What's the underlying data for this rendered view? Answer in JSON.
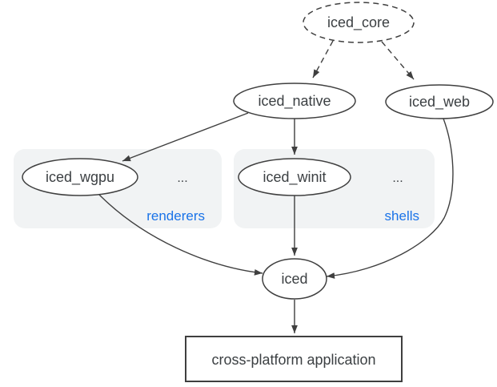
{
  "diagram": {
    "type": "dependency-graph",
    "background": "#ffffff",
    "colors": {
      "node_stroke": "#3f3f3f",
      "node_fill": "#ffffff",
      "text": "#3c4043",
      "edge": "#3f3f3f",
      "group_bg": "#f1f3f4",
      "group_label": "#1a73e8"
    },
    "nodes": {
      "core": {
        "label": "iced_core",
        "shape": "ellipse",
        "border": "dashed"
      },
      "native": {
        "label": "iced_native",
        "shape": "ellipse",
        "border": "solid"
      },
      "web": {
        "label": "iced_web",
        "shape": "ellipse",
        "border": "solid"
      },
      "wgpu": {
        "label": "iced_wgpu",
        "shape": "ellipse",
        "border": "solid"
      },
      "winit": {
        "label": "iced_winit",
        "shape": "ellipse",
        "border": "solid"
      },
      "iced": {
        "label": "iced",
        "shape": "ellipse",
        "border": "solid"
      },
      "app": {
        "label": "cross-platform application",
        "shape": "rect",
        "border": "solid"
      }
    },
    "groups": {
      "renderers": {
        "label": "renderers",
        "ellipsis": "...",
        "contains": [
          "iced_wgpu"
        ]
      },
      "shells": {
        "label": "shells",
        "ellipsis": "...",
        "contains": [
          "iced_winit"
        ]
      }
    },
    "edges": [
      {
        "from": "iced_core",
        "to": "iced_native",
        "style": "dashed"
      },
      {
        "from": "iced_core",
        "to": "iced_web",
        "style": "dashed"
      },
      {
        "from": "iced_native",
        "to": "iced_wgpu",
        "style": "solid"
      },
      {
        "from": "iced_native",
        "to": "iced_winit",
        "style": "solid"
      },
      {
        "from": "iced_wgpu",
        "to": "iced",
        "style": "solid"
      },
      {
        "from": "iced_winit",
        "to": "iced",
        "style": "solid"
      },
      {
        "from": "iced_web",
        "to": "iced",
        "style": "solid"
      },
      {
        "from": "iced",
        "to": "cross-platform application",
        "style": "solid"
      }
    ]
  }
}
